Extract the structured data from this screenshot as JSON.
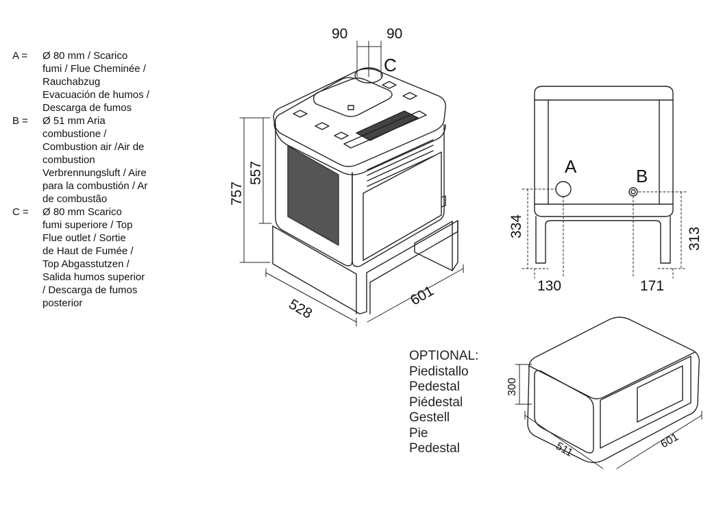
{
  "legend": [
    {
      "key": "A =",
      "text": "Ø 80 mm / Scarico\nfumi / Flue Cheminée /\nRauchabzug\nEvacuación de humos /\nDescarga de fumos"
    },
    {
      "key": "B =",
      "text": "Ø 51 mm Aria\ncombustione /\nCombustion air /Air de\ncombustion\nVerbrennungsluft / Aire\npara la combustión / Ar\nde combustão"
    },
    {
      "key": "C =",
      "text": "Ø 80 mm Scarico\nfumi superiore / Top\nFlue outlet / Sortie\nde Haut de Fumée /\nTop Abgasstutzen /\nSalida humos superior\n/ Descarga de fumos\nposterior"
    }
  ],
  "optional": {
    "heading": "OPTIONAL:",
    "names": [
      "Piedistallo",
      "Pedestal",
      "Piédestal",
      "Gestell",
      "Pie",
      "Pedestal"
    ]
  },
  "dimensions": {
    "top_flue_left": "90",
    "top_flue_right": "90",
    "height_total": "757",
    "height_body": "557",
    "depth": "528",
    "width": "601",
    "flue_a_height": "334",
    "air_b_height": "313",
    "flue_a_offset": "130",
    "air_b_offset": "171",
    "pedestal_height": "300",
    "pedestal_depth": "511",
    "pedestal_width": "601"
  },
  "markers": {
    "a": "A",
    "b": "B",
    "c": "C"
  }
}
